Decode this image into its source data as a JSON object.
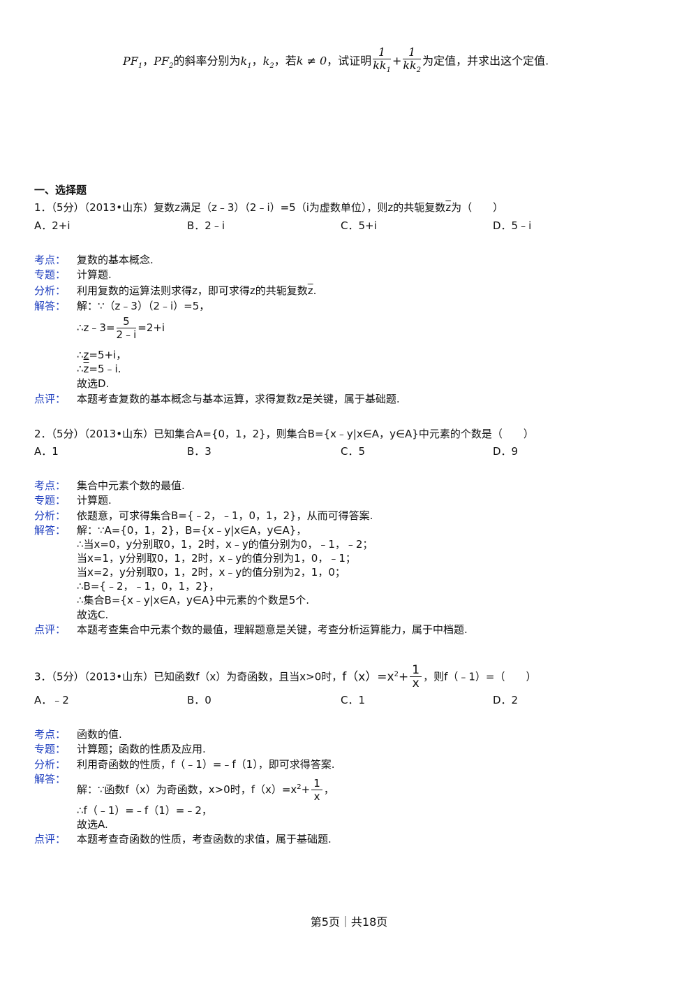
{
  "top": {
    "a": "PF",
    "a_sub": "1",
    "sep": "，",
    "b": "PF",
    "b_sub": "2",
    "t1": "的斜率分别为",
    "k1": "k",
    "k1_sub": "1",
    "k2": "k",
    "k2_sub": "2",
    "t2": "，若",
    "cond": "k ≠ 0",
    "t3": "，试证明",
    "f1_num": "1",
    "f1_den": "kk",
    "f1_den_sub": "1",
    "plus": "+",
    "f2_num": "1",
    "f2_den": "kk",
    "f2_den_sub": "2",
    "t4": "为定值，并求出这个定值."
  },
  "section": "一、选择题",
  "labels": {
    "kaodian": "考点：",
    "zhuanti": "专题：",
    "fenxi": "分析：",
    "jieda": "解答：",
    "dianping": "点评："
  },
  "q1": {
    "stem_a": "1．（5分）（2013•山东）复数z满足（z﹣3）（2﹣i）=5（i为虚数单位），则z的共轭复数",
    "stem_z": "z",
    "stem_b": "为（　　）",
    "optA": "A．2+i",
    "optB": "B．2﹣i",
    "optC": "C．5+i",
    "optD": "D．5﹣i",
    "kaodian": "复数的基本概念.",
    "zhuanti": "计算题.",
    "fenxi_a": "利用复数的运算法则求得z，即可求得z的共轭复数",
    "fenxi_z": "z",
    "fenxi_b": ".",
    "s1": "解：∵（z﹣3）（2﹣i）=5，",
    "s2_a": "∴z﹣3=",
    "s2_num": "5",
    "s2_den": "2﹣i",
    "s2_b": "=2+i",
    "s3_a": "∴",
    "s3_z": "z",
    "s3_b": "=5+i，",
    "s4_a": "∴",
    "s4_z": "z",
    "s4_b": "=5﹣i.",
    "s5": "故选D.",
    "dianping": "本题考查复数的基本概念与基本运算，求得复数z是关键，属于基础题."
  },
  "q2": {
    "stem": "2．（5分）（2013•山东）已知集合A={0，1，2}，则集合B={x﹣y|x∈A，y∈A}中元素的个数是（　　）",
    "optA": "A．1",
    "optB": "B．3",
    "optC": "C．5",
    "optD": "D．9",
    "kaodian": "集合中元素个数的最值.",
    "zhuanti": "计算题.",
    "fenxi": "依题意，可求得集合B={﹣2，﹣1，0，1，2}，从而可得答案.",
    "s1": "解：∵A={0，1，2}，B={x﹣y|x∈A，y∈A}，",
    "s2": "∴当x=0，y分别取0，1，2时，x﹣y的值分别为0，﹣1，﹣2；",
    "s3": "当x=1，y分别取0，1，2时，x﹣y的值分别为1，0，﹣1；",
    "s4": "当x=2，y分别取0，1，2时，x﹣y的值分别为2，1，0；",
    "s5": "∴B={﹣2，﹣1，0，1，2}，",
    "s6": "∴集合B={x﹣y|x∈A，y∈A}中元素的个数是5个.",
    "s7": "故选C.",
    "dianping": "本题考查集合中元素个数的最值，理解题意是关键，考查分析运算能力，属于中档题."
  },
  "q3": {
    "stem_a": "3．（5分）（2013•山东）已知函数f（x）为奇函数，且当x>0时，",
    "stem_f": "f（x）=x",
    "stem_sup": "2",
    "stem_plus": "+",
    "stem_num": "1",
    "stem_den": "x",
    "stem_b": "，则f（﹣1）=（　　）",
    "optA": "A．﹣2",
    "optB": "B．0",
    "optC": "C．1",
    "optD": "D．2",
    "kaodian": "函数的值.",
    "zhuanti": "计算题；函数的性质及应用.",
    "fenxi": "利用奇函数的性质，f（﹣1）=﹣f（1），即可求得答案.",
    "s1_a": "解：∵函数f（x）为奇函数，x>0时，f（x）=x",
    "s1_sup": "2",
    "s1_plus": "+",
    "s1_num": "1",
    "s1_den": "x",
    "s1_b": "，",
    "s2": "∴f（﹣1）=﹣f（1）=﹣2，",
    "s3": "故选A.",
    "dianping": "本题考查奇函数的性质，考查函数的求值，属于基础题."
  },
  "footer": "第5页｜共18页"
}
